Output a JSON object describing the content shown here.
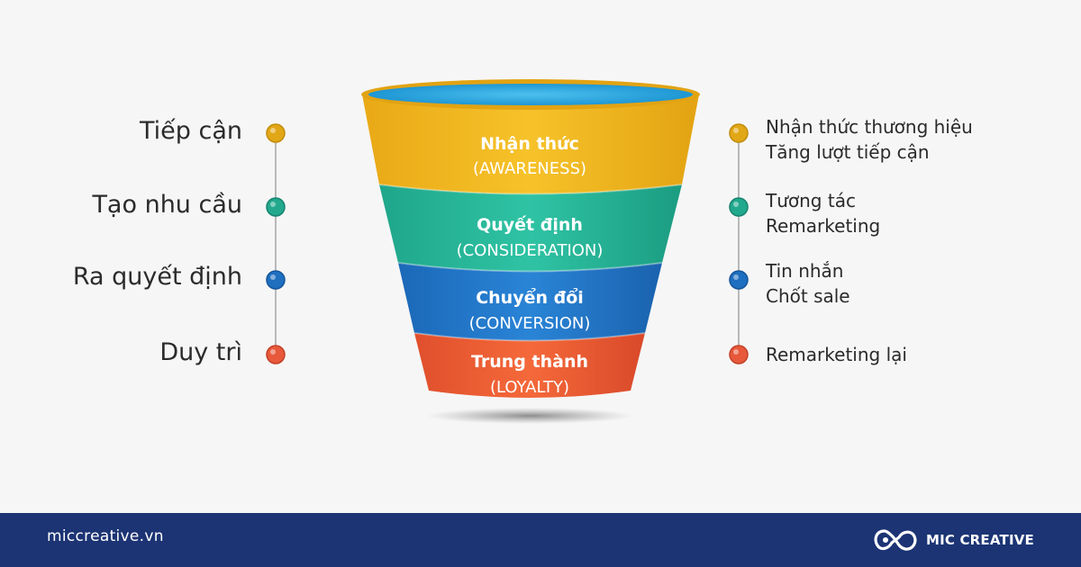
{
  "funnel": {
    "stages": [
      {
        "title": "Nhận thức",
        "subtitle": "(AWARENESS)",
        "color": "#f2b81c"
      },
      {
        "title": "Quyết định",
        "subtitle": "(CONSIDERATION)",
        "color": "#28b79a"
      },
      {
        "title": "Chuyển đổi",
        "subtitle": "(CONVERSION)",
        "color": "#2179c9"
      },
      {
        "title": "Trung thành",
        "subtitle": "(LOYALTY)",
        "color": "#ee6032"
      }
    ],
    "rim_color": "#29a6e0"
  },
  "left_labels": [
    "Tiếp cận",
    "Tạo nhu cầu",
    "Ra quyết định",
    "Duy trì"
  ],
  "right_labels": [
    [
      "Nhận thức thương hiệu",
      "Tăng lượt tiếp cận"
    ],
    [
      "Tương tác",
      "Remarketing"
    ],
    [
      "Tin nhắn",
      "Chốt sale"
    ],
    [
      "Remarketing lại"
    ]
  ],
  "footer": {
    "url": "miccreative.vn",
    "brand": "MIC CREATIVE",
    "background": "#1c3474"
  }
}
